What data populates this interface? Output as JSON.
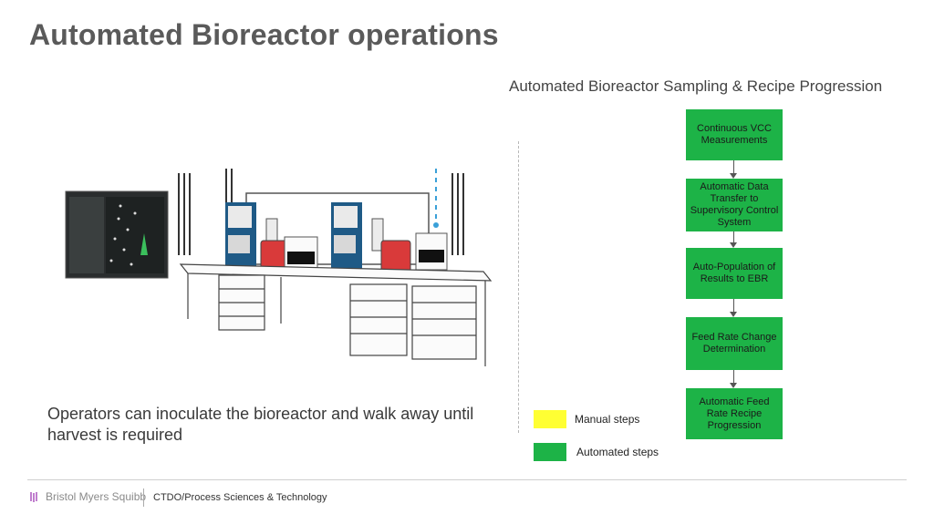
{
  "slide": {
    "title": "Automated Bioreactor operations",
    "diagram_title": "Automated Bioreactor Sampling & Recipe Progression",
    "caption": "Operators can inoculate the bioreactor and walk away until harvest is required"
  },
  "flow_steps": [
    {
      "label": "Continuous VCC Measurements",
      "kind": "automated"
    },
    {
      "label": "Automatic Data Transfer to Supervisory Control System",
      "kind": "automated"
    },
    {
      "label": "Auto-Population of Results to EBR",
      "kind": "automated"
    },
    {
      "label": "Feed Rate Change Determination",
      "kind": "automated"
    },
    {
      "label": "Automatic Feed Rate Recipe Progression",
      "kind": "automated"
    }
  ],
  "legend": [
    {
      "label": "Manual steps",
      "color": "#ffff33"
    },
    {
      "label": "Automated steps",
      "color": "#1db347"
    }
  ],
  "colors": {
    "automated": "#1db347",
    "manual": "#ffff33",
    "title": "#5a5a5a"
  },
  "footer": {
    "brand": "Bristol Myers Squibb",
    "department": "CTDO/Process Sciences & Technology"
  }
}
